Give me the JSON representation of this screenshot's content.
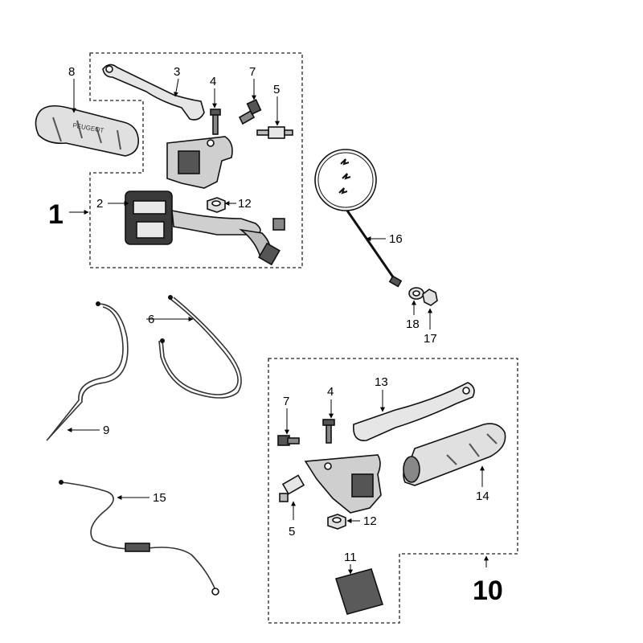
{
  "callouts": {
    "c1": "1",
    "c2": "2",
    "c3": "3",
    "c4a": "4",
    "c5a": "5",
    "c6": "6",
    "c7a": "7",
    "c8": "8",
    "c9": "9",
    "c10": "10",
    "c11": "11",
    "c12a": "12",
    "c12b": "12",
    "c13": "13",
    "c14": "14",
    "c15": "15",
    "c16": "16",
    "c17": "17",
    "c18": "18",
    "c4b": "4",
    "c5b": "5",
    "c7b": "7"
  },
  "markings": {
    "grip_brand": "PEUGEOT"
  },
  "colors": {
    "line": "#111111",
    "fill_light": "#e6e6e6",
    "fill_mid": "#bdbdbd",
    "fill_dark": "#555555"
  }
}
